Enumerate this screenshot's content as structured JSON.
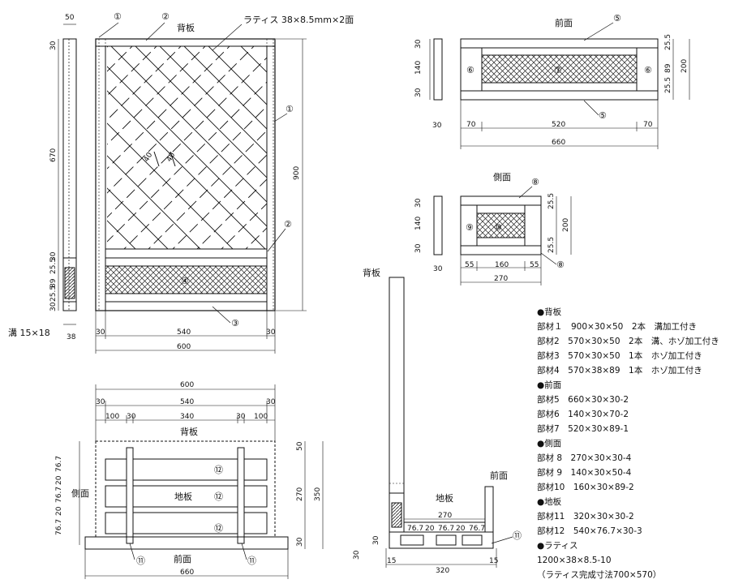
{
  "labels": {
    "back_board": "背板",
    "front": "前面",
    "side": "側面",
    "floor_board": "地板",
    "lattice_note": "ラティス 38×8.5mm×2面",
    "groove_note": "溝 15×18"
  },
  "callouts": {
    "c1": "①",
    "c2": "②",
    "c3": "③",
    "c4": "④",
    "c5": "⑤",
    "c6": "⑥",
    "c7": "⑦",
    "c8": "⑧",
    "c9": "⑨",
    "c10": "⑩",
    "c11": "⑪",
    "c12": "⑫"
  },
  "dims": {
    "d50": "50",
    "d30": "30",
    "d670": "670",
    "d25_5": "25.5",
    "d89": "89",
    "d38": "38",
    "d540": "540",
    "d600": "600",
    "d900": "900",
    "d40": "40",
    "d140": "140",
    "d200": "200",
    "d70": "70",
    "d520": "520",
    "d660": "660",
    "d55": "55",
    "d160": "160",
    "d270": "270",
    "d100": "100",
    "d340": "340",
    "d350": "350",
    "d76_7": "76.7",
    "d20": "20",
    "d320": "320",
    "d15": "15"
  },
  "parts_list": [
    {
      "text": "●背板",
      "header": true
    },
    {
      "text": "部材１　900×30×50　2本　溝加工付き"
    },
    {
      "text": "部材2　570×30×50　2本　溝、ホゾ加工付き"
    },
    {
      "text": "部材3　570×30×50　1本　ホゾ加工付き"
    },
    {
      "text": "部材4　570×38×89　1本　ホゾ加工付き"
    },
    {
      "text": "●前面",
      "header": true
    },
    {
      "text": "部材5　660×30×30-2"
    },
    {
      "text": "部材6　140×30×70-2"
    },
    {
      "text": "部材7　520×30×89-1"
    },
    {
      "text": "●側面",
      "header": true
    },
    {
      "text": "部材 8　270×30×30-4"
    },
    {
      "text": "部材 9　140×30×50-4"
    },
    {
      "text": "部材10　160×30×89-2"
    },
    {
      "text": "●地板",
      "header": true
    },
    {
      "text": "部材11　320×30×30-2"
    },
    {
      "text": "部材12　540×76.7×30-3"
    },
    {
      "text": "●ラティス",
      "header": true
    },
    {
      "text": "1200×38×8.5-10"
    },
    {
      "text": "（ラティス完成寸法700×570）"
    }
  ]
}
